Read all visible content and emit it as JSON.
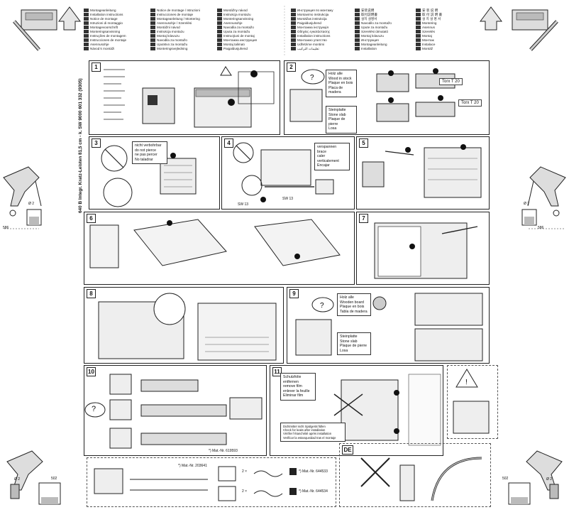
{
  "header": {
    "title": "640 B Integr. Kratz-Leisten 81,5 cm - k. SW     9000 601 332 (9305)",
    "left_col": [
      "Montageanleitung",
      "Installation instructions",
      "Notice de montage",
      "Istruzioni di montaggio",
      "Montagevoorschrift",
      "Monteringsanvisning",
      "Instruções de montagem",
      "Instrucciones de montaje",
      "Asennusohje",
      "Návod k montáži"
    ],
    "mid_col": [
      "Notice de montage / Istruzioni",
      "Instrucciones de montaje",
      "Montageanleitung / Montering",
      "Asennusohje / Szerelési",
      "Montážní návod",
      "Instrukcja montażu",
      "Montaj kılavuzu",
      "Navodila za montažo",
      "Uputstvo za montažu",
      "Monteringsvejledning"
    ],
    "right_col": [
      "Montážny návod",
      "Instrukcja montażu",
      "Monteringsanvisning",
      "Asennusohje",
      "Navodila za montažo",
      "Uputa za montažu",
      "Instrucţiuni de montaj",
      "Монтажна инструкция",
      "Montaj talimatı",
      "Paigaldusjuhend"
    ],
    "r1_col": [
      "Инструкция по монтажу",
      "Montavimo instrukcija",
      "Montāžas instrukcija",
      "Paigaldusjuhend",
      "Монтажна інструкція",
      "Οδηγίες εγκατάστασης",
      "Installation instructions",
      "Монтажно упатство",
      "Udhëzime montimi",
      "تعليمات التركيب"
    ],
    "r2_col": [
      "安装说明",
      "取付説明書",
      "설치 설명서",
      "Navodilo za montažo",
      "Upute za montažu",
      "Szerelési útmutató",
      "Montaj kılavuzu",
      "Инструкция",
      "Montageanleitung",
      "Installation"
    ],
    "r3_col": [
      "安 装 说 明",
      "取 付 説 明 書",
      "설 치 설 명 서",
      "Montering",
      "Asennus",
      "Szerelés",
      "Montaj",
      "Монтаж",
      "Instalace",
      "Montáž"
    ]
  },
  "panels": {
    "p1": {
      "num": "1"
    },
    "p2": {
      "num": "2",
      "tx20_a": "Torx T 20",
      "tx20_b": "Torx T 20",
      "wood_lines": [
        "Holz alle",
        "Wood in stock",
        "Plaque en bois",
        "Placa de madera"
      ],
      "steel_lines": [
        "Steinplatte",
        "Stone slab",
        "Plaque de pierre",
        "Losa"
      ]
    },
    "p3": {
      "num": "3",
      "box_lines": [
        "nicht verbohrbar",
        "do not pierce",
        "ne pas percer",
        "No taladrar"
      ]
    },
    "p4": {
      "num": "4",
      "box_lines": [
        "verspannen",
        "brace",
        "caler verticalement",
        "Encajar"
      ],
      "sw1": "SW 13",
      "sw2": "SW 13"
    },
    "p5": {
      "num": "5"
    },
    "p6": {
      "num": "6"
    },
    "p7": {
      "num": "7"
    },
    "p8": {
      "num": "8"
    },
    "p9": {
      "num": "9",
      "wood_lines": [
        "Holz alle",
        "Wooden board",
        "Plaque en bois",
        "Tabla de madera"
      ],
      "steel_lines": [
        "Steinplatte",
        "Stone slab",
        "Plaque de pierre",
        "Losa"
      ]
    },
    "p10": {
      "num": "10",
      "q": "?",
      "mat": "*) Mat.-Nr. 619593"
    },
    "p11": {
      "num": "11",
      "box_lines": [
        "Schutzfolie entfernen",
        "remove film",
        "enlever la feuille",
        "Eliminar film"
      ],
      "warn_lines": [
        "Dichtmittel nicht Spülgerät füllen",
        "Check for leaks after installation",
        "Vérifier l'étanchéité après installation",
        "Verificar la estanqueidad tras el montaje"
      ]
    },
    "p12": {
      "num": "DE"
    },
    "bottom_left": {
      "mat1": "*) Mat.-Nr. 203641",
      "mat2": "*) Mat.-Nr. 644533",
      "mat3": "*) Mat.-Nr. 644534",
      "x2": "2 ×",
      "x3": "2 ×"
    }
  },
  "dims": {
    "left": "586",
    "right": "586",
    "bottom_left": "502",
    "bottom_right": "502",
    "dia_a": "Ø 2",
    "dia_b": "Ø 2",
    "dia_c": "Ø 2",
    "dia_d": "Ø 2"
  },
  "colors": {
    "line": "#222222",
    "gray": "#9a9a9a",
    "light": "#d9d9d9"
  }
}
